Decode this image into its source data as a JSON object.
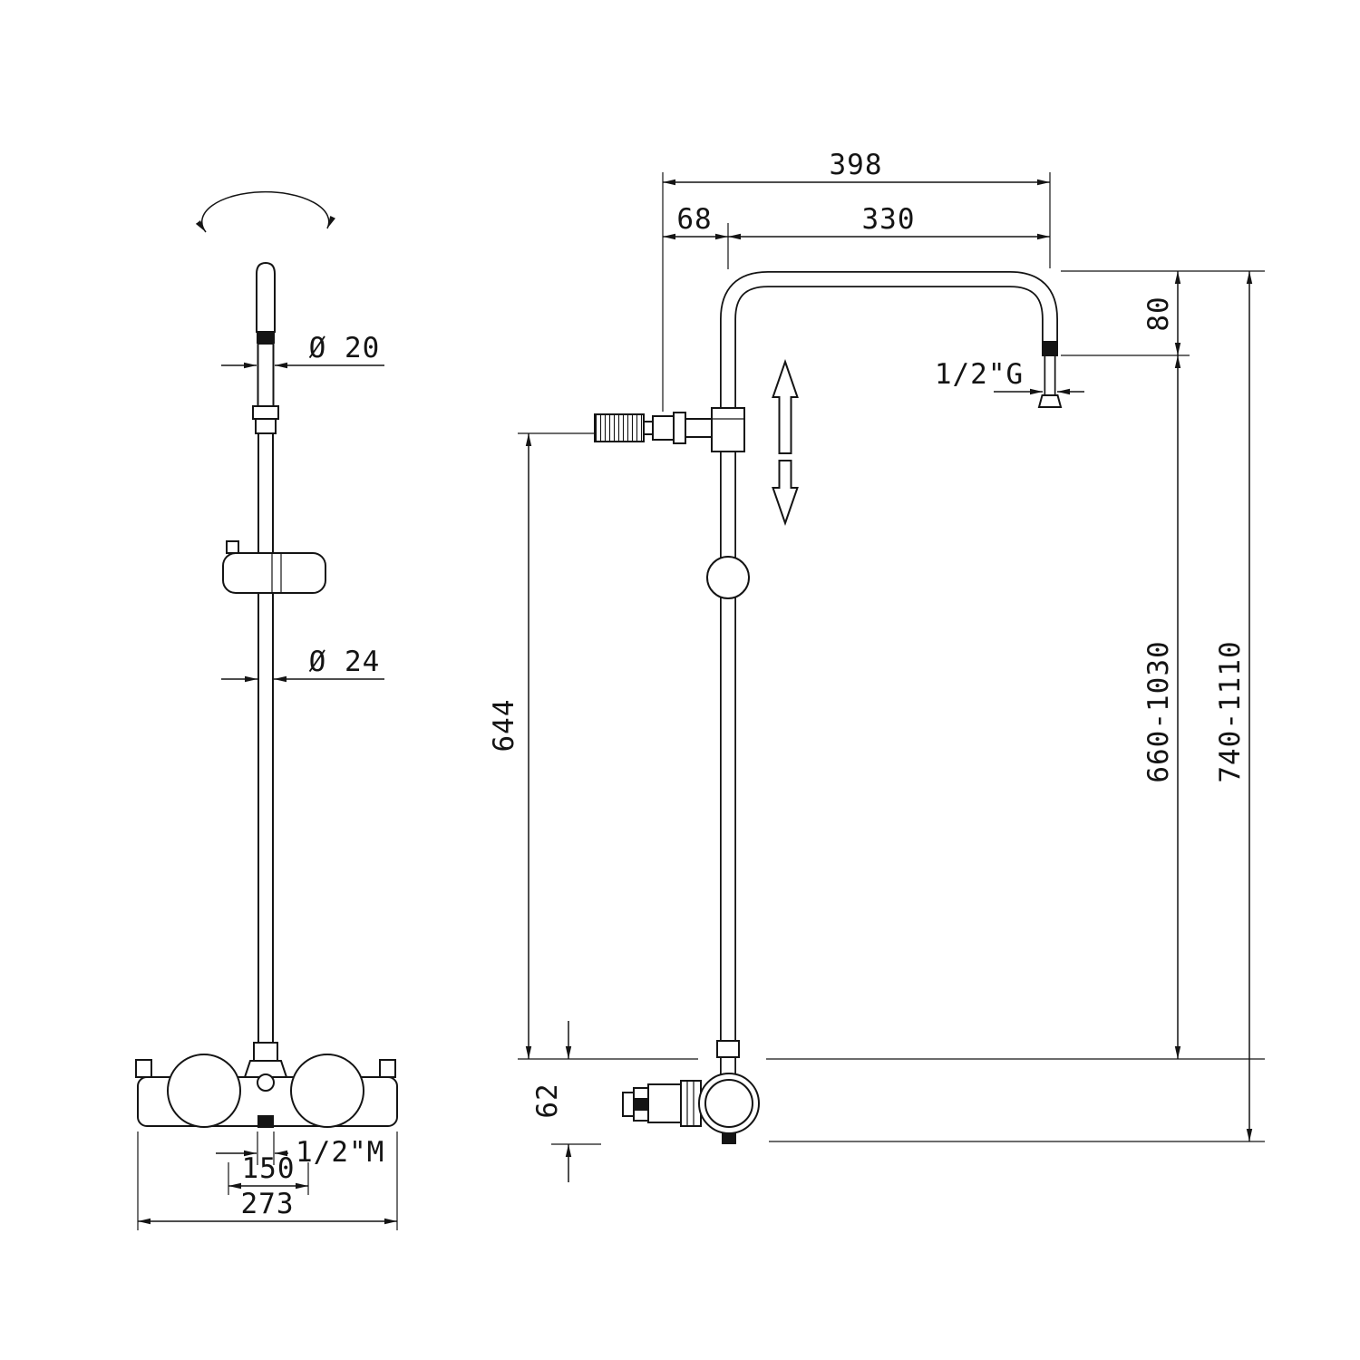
{
  "page": {
    "background": "#ffffff",
    "line_color": "#141414",
    "description": "Technical dimensional drawing of a thermostatic shower column, front view and side view"
  },
  "front_view": {
    "name": "front-view-shower-column",
    "dims": {
      "diameter_top": "Ø 20",
      "diameter_riser": "Ø 24",
      "inlet_thread": "1/2\"M",
      "inlet_spacing": "150",
      "valve_width": "273"
    }
  },
  "side_view": {
    "name": "side-view-shower-column",
    "dims": {
      "arm_total": "398",
      "arm_offset": "68",
      "arm_reach": "330",
      "arm_drop": "80",
      "outlet_thread": "1/2\"G",
      "riser_height": "644",
      "valve_height": "62",
      "adjustable_height": "660-1030",
      "overall_height": "740-1110"
    }
  }
}
